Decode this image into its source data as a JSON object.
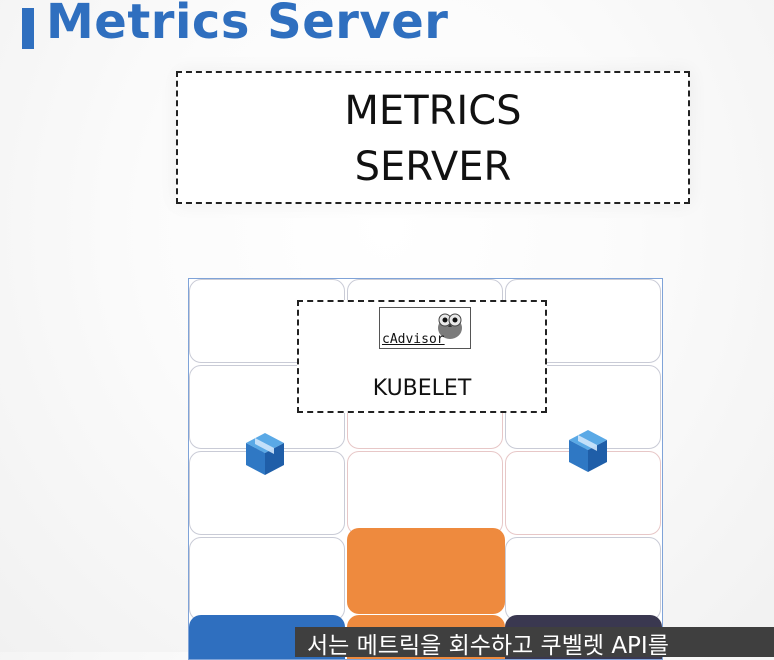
{
  "slide": {
    "title": "Metrics Server",
    "metrics_server_label_line1": "METRICS",
    "metrics_server_label_line2": "SERVER",
    "kubelet_label": "KUBELET",
    "cadvisor_label": "cAdvisor",
    "caption": "서는 메트릭을 회수하고 쿠벨렛 API를"
  },
  "icons": [
    "cube-icon",
    "cube-icon",
    "owl-icon"
  ],
  "colors": {
    "title_blue": "#2f6fbf",
    "orange_block": "#ee8a3e",
    "blue_block": "#2f6fbf",
    "dark_block": "#3a3850",
    "node_border": "#7fa3d8"
  }
}
